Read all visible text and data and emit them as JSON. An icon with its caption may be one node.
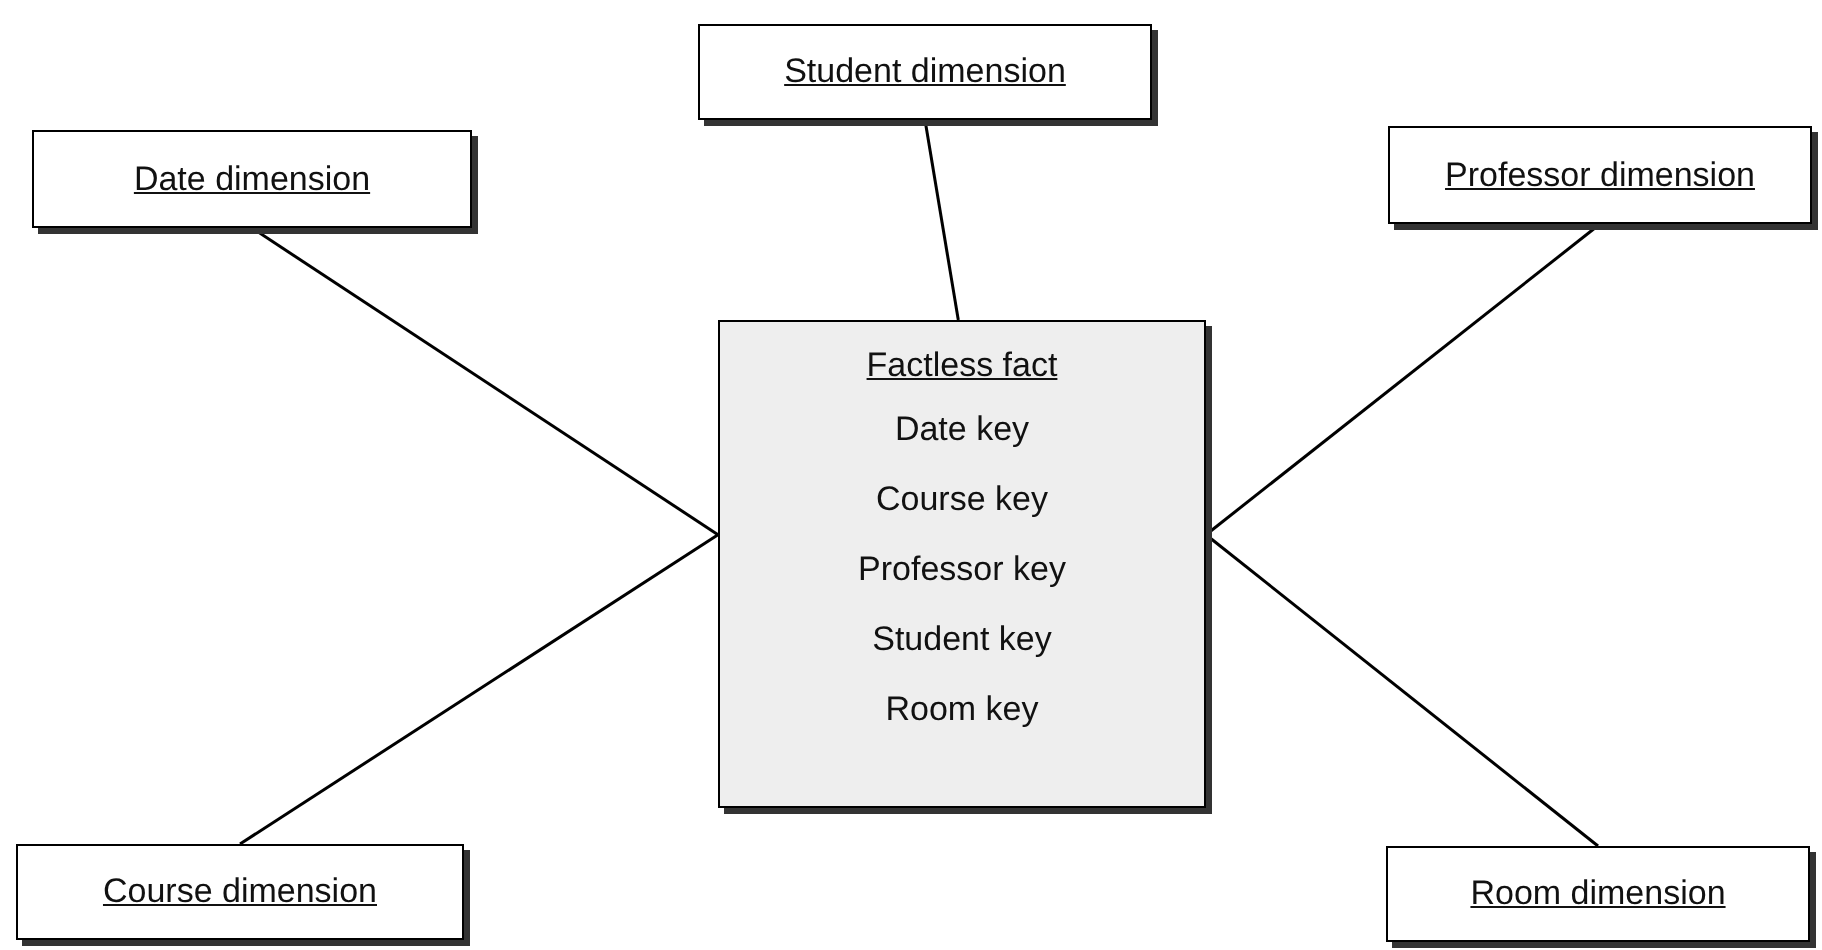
{
  "diagram": {
    "nodes": [
      {
        "text": [
          "Student dimension"
        ]
      },
      {
        "text": [
          "Date dimension"
        ]
      },
      {
        "text": [
          "Professor dimension"
        ]
      },
      {
        "text": [
          "Factless fact",
          "Date key",
          "Course key",
          "Professor key",
          "Student key",
          "Room key"
        ]
      },
      {
        "text": [
          "Course dimension"
        ]
      },
      {
        "text": [
          "Room dimension"
        ]
      }
    ],
    "edges": [
      {
        "from": 0,
        "to": 3,
        "arrow": "none"
      },
      {
        "from": 1,
        "to": 3,
        "arrow": "none"
      },
      {
        "from": 2,
        "to": 3,
        "arrow": "none"
      },
      {
        "from": 4,
        "to": 3,
        "arrow": "none"
      },
      {
        "from": 5,
        "to": 3,
        "arrow": "none"
      }
    ]
  }
}
